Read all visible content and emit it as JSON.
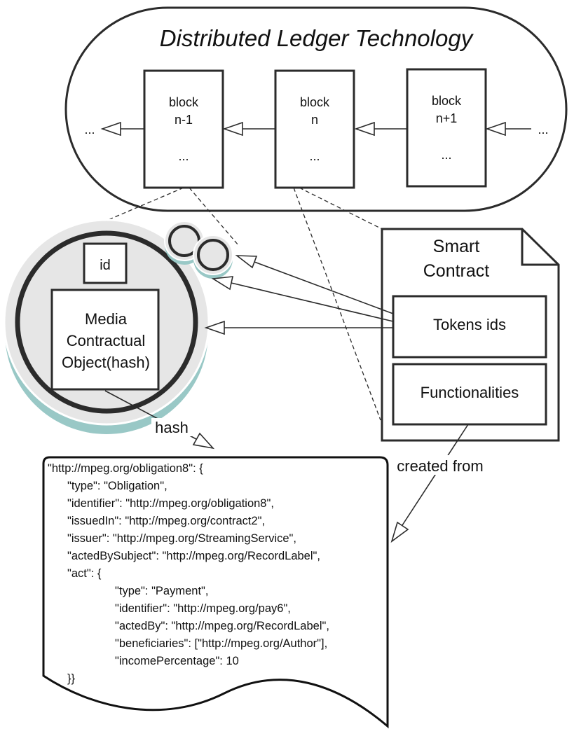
{
  "dlt": {
    "title": "Distributed Ledger Technology"
  },
  "blocks": [
    {
      "line1": "block",
      "line2": "n-1",
      "ellipsis": "..."
    },
    {
      "line1": "block",
      "line2": "n",
      "ellipsis": "..."
    },
    {
      "line1": "block",
      "line2": "n+1",
      "ellipsis": "..."
    }
  ],
  "chain_ellipsis": {
    "left": "...",
    "right": "..."
  },
  "mco": {
    "id_label": "id",
    "lines": [
      "Media",
      "Contractual",
      "Object(hash)"
    ]
  },
  "smart_contract": {
    "title_line1": "Smart",
    "title_line2": "Contract",
    "tokens_label": "Tokens ids",
    "functionalities_label": "Functionalities"
  },
  "edge_labels": {
    "hash": "hash",
    "created_from": "created from"
  },
  "colors": {
    "teal_shadow": "#99c8c6",
    "grey_fill": "#e6e6e6",
    "stroke": "#2b2b2b"
  },
  "document": {
    "lines": [
      "\"http://mpeg.org/obligation8\": {",
      "\"type\": \"Obligation\",",
      "\"identifier\": \"http://mpeg.org/obligation8\",",
      "\"issuedIn\": \"http://mpeg.org/contract2\",",
      "\"issuer\": \"http://mpeg.org/StreamingService\",",
      "\"actedBySubject\": \"http://mpeg.org/RecordLabel\",",
      "\"act\": {",
      "\"type\": \"Payment\",",
      "\"identifier\": \"http://mpeg.org/pay6\",",
      "\"actedBy\": \"http://mpeg.org/RecordLabel\",",
      "\"beneficiaries\": [\"http://mpeg.org/Author\"],",
      "\"incomePercentage\": 10",
      "}}"
    ]
  }
}
